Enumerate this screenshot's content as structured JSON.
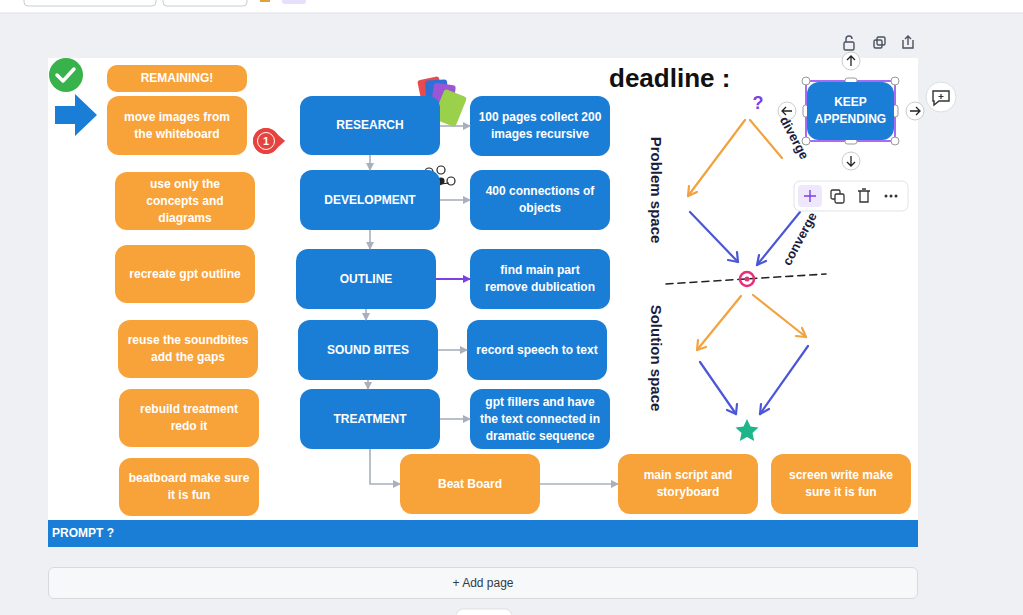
{
  "diagram": {
    "nodes": [
      {
        "text": [
          "REMAINING!"
        ]
      },
      {
        "text": [
          "move images from the whiteboard"
        ]
      },
      {
        "text": [
          "RESEARCH"
        ]
      },
      {
        "text": [
          "100 pages collect 200 images recursive"
        ]
      },
      {
        "text": [
          "KEEP APPENDING"
        ]
      },
      {
        "text": [
          "use only the concepts and diagrams"
        ]
      },
      {
        "text": [
          "DEVELOPMENT"
        ]
      },
      {
        "text": [
          "400 connections of objects"
        ]
      },
      {
        "text": [
          "recreate gpt outline"
        ]
      },
      {
        "text": [
          "OUTLINE"
        ]
      },
      {
        "text": [
          "find main part remove dublication"
        ]
      },
      {
        "text": [
          "reuse the soundbites add the gaps"
        ]
      },
      {
        "text": [
          "SOUND BITES"
        ]
      },
      {
        "text": [
          "record speech to text"
        ]
      },
      {
        "text": [
          "rebuild treatment redo it"
        ]
      },
      {
        "text": [
          "TREATMENT"
        ]
      },
      {
        "text": [
          "gpt fillers and have the text connected in dramatic sequence"
        ]
      },
      {
        "text": [
          "beatboard make sure it is fun"
        ]
      },
      {
        "text": [
          "Beat Board"
        ]
      },
      {
        "text": [
          "main script and storyboard"
        ]
      },
      {
        "text": [
          "screen write make sure it is fun"
        ]
      },
      {
        "text": [
          "PROMPT ?"
        ]
      },
      {
        "text": [
          "+ Add page"
        ]
      }
    ],
    "edges": [
      {
        "from": 2,
        "to": 3,
        "arrow": "to"
      },
      {
        "from": 2,
        "to": 6,
        "arrow": "to"
      },
      {
        "from": 6,
        "to": 7,
        "arrow": "to"
      },
      {
        "from": 6,
        "to": 9,
        "arrow": "to"
      },
      {
        "from": 9,
        "to": 10,
        "arrow": "to"
      },
      {
        "from": 9,
        "to": 12,
        "arrow": "to"
      },
      {
        "from": 12,
        "to": 13,
        "arrow": "to"
      },
      {
        "from": 12,
        "to": 15,
        "arrow": "to"
      },
      {
        "from": 15,
        "to": 16,
        "arrow": "to"
      },
      {
        "from": 15,
        "to": 18,
        "arrow": "to"
      },
      {
        "from": 18,
        "to": 19,
        "arrow": "to"
      }
    ],
    "labels": [
      "1",
      "deadline :",
      "?",
      "diverge",
      "Problem space",
      "converge",
      "Solution space"
    ]
  }
}
